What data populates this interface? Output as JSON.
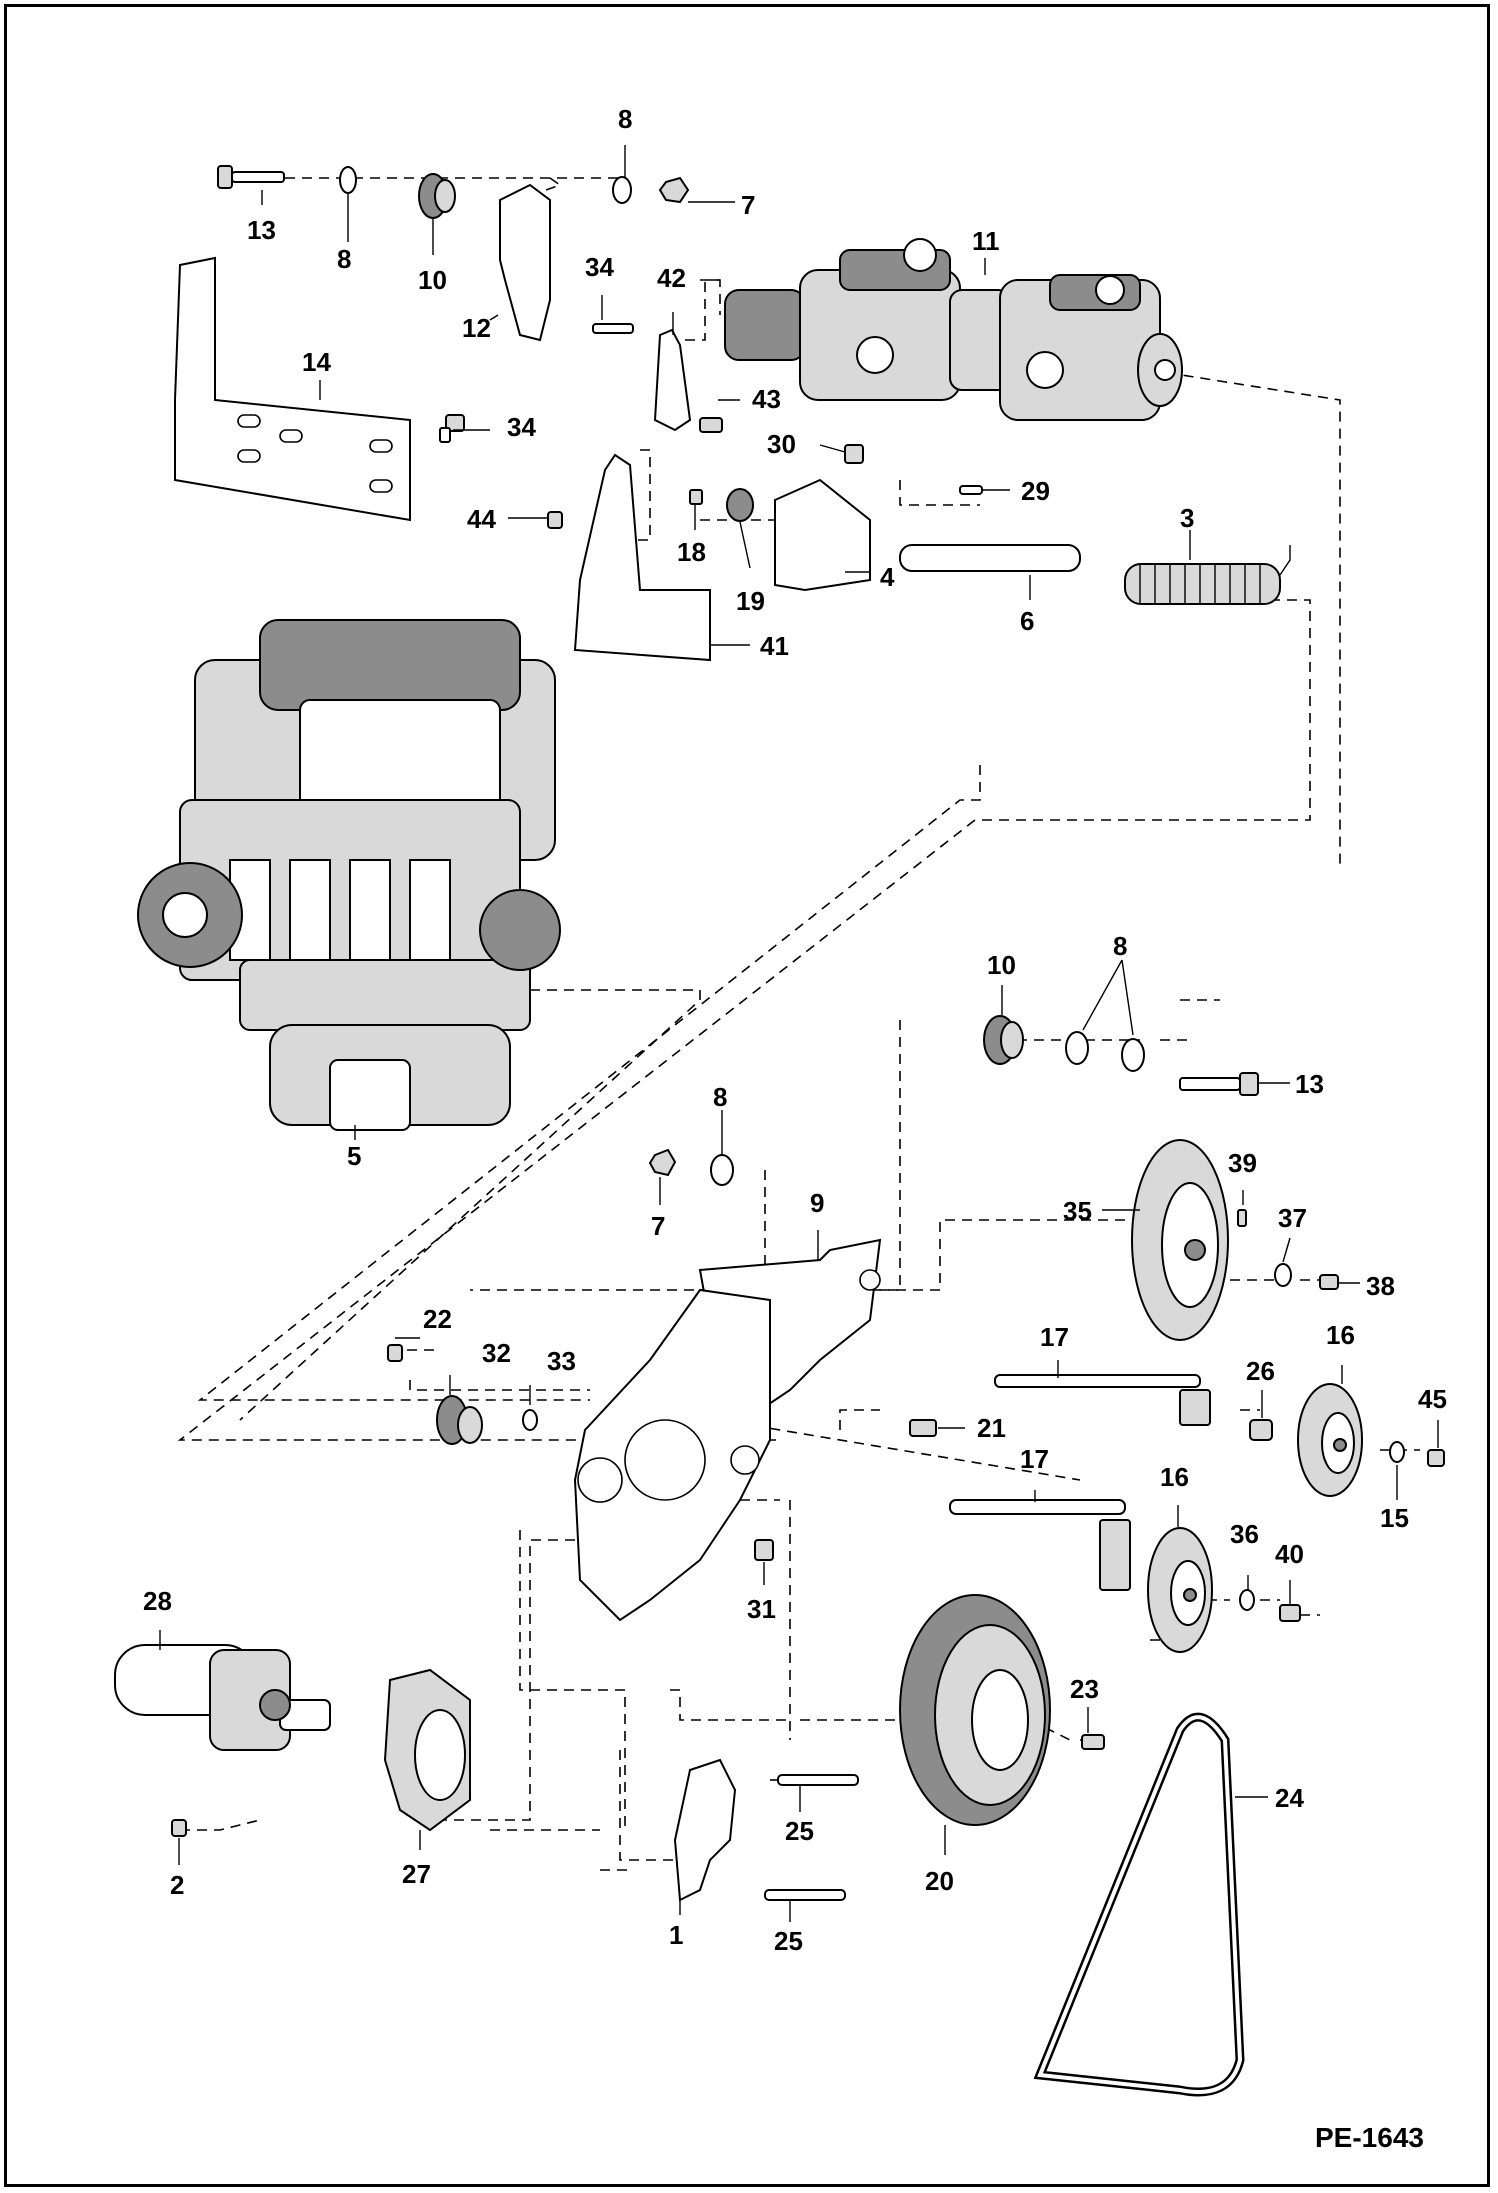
{
  "diagram": {
    "drawing_code": "PE-1643",
    "callouts": [
      "1",
      "2",
      "3",
      "4",
      "5",
      "6",
      "7",
      "8",
      "9",
      "10",
      "11",
      "12",
      "13",
      "14",
      "15",
      "16",
      "17",
      "18",
      "19",
      "20",
      "21",
      "22",
      "23",
      "24",
      "25",
      "26",
      "27",
      "28",
      "29",
      "30",
      "31",
      "32",
      "33",
      "34",
      "35",
      "36",
      "37",
      "38",
      "39",
      "40",
      "41",
      "42",
      "43",
      "44",
      "45"
    ]
  }
}
